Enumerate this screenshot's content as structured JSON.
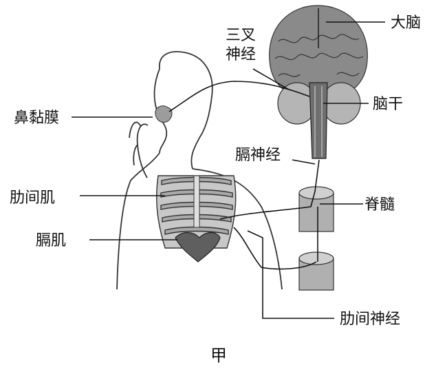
{
  "labels": {
    "cerebrum": "大脑",
    "trigeminal_line1": "三叉",
    "trigeminal_line2": "神经",
    "nasal_mucosa": "鼻黏膜",
    "brainstem": "脑干",
    "phrenic_nerve": "膈神经",
    "spinal_cord": "脊髓",
    "intercostal_muscle": "肋间肌",
    "diaphragm": "膈肌",
    "intercostal_nerve": "肋间神经"
  },
  "caption": "甲",
  "colors": {
    "ink": "#111111",
    "tissue_dark": "#8a8a8a",
    "tissue_light": "#b5b5b5"
  }
}
